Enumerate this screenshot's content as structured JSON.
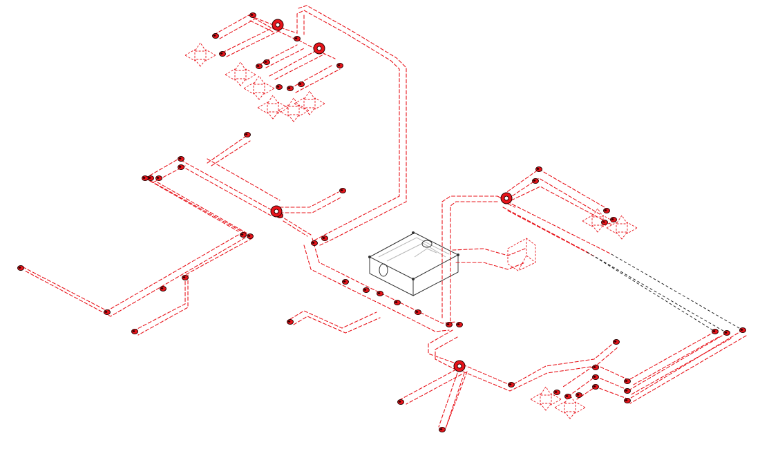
{
  "colors": {
    "duct": "#e8141b",
    "fitting_dark": "#2a0000",
    "unit": "#333333",
    "unit_light": "#b8b8b8",
    "background": "#ffffff"
  },
  "icons": [
    "air-handling-unit",
    "duct-elbow-fitting",
    "duct-tee-junction",
    "supply-diffuser",
    "grille-terminal"
  ]
}
